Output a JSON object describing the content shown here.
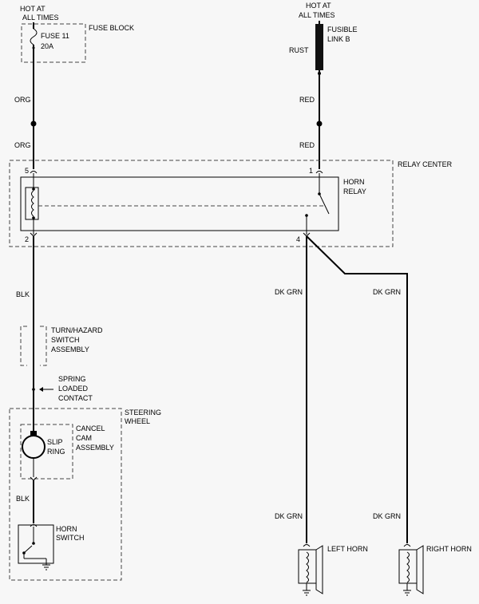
{
  "feeds": {
    "left_hot": [
      "HOT AT",
      "ALL TIMES"
    ],
    "right_hot": [
      "HOT AT",
      "ALL TIMES"
    ]
  },
  "fuse_block": {
    "label": "FUSE BLOCK",
    "fuse_name": "FUSE 11",
    "fuse_rating": "20A"
  },
  "fusible_link": {
    "label": [
      "FUSIBLE",
      "LINK B"
    ],
    "wire_color": "RUST"
  },
  "wires": {
    "org_top": "ORG",
    "org_bottom": "ORG",
    "red_top": "RED",
    "red_bottom": "RED",
    "blk_upper": "BLK",
    "blk_lower": "BLK",
    "dkgrn_left_upper": "DK GRN",
    "dkgrn_right_upper": "DK GRN",
    "dkgrn_left_lower": "DK GRN",
    "dkgrn_right_lower": "DK GRN"
  },
  "relay_center": {
    "label": "RELAY CENTER",
    "relay_label": [
      "HORN",
      "RELAY"
    ],
    "pins": {
      "p5": "5",
      "p1": "1",
      "p2": "2",
      "p4": "4"
    }
  },
  "turn_hazard": {
    "label": [
      "TURN/HAZARD",
      "SWITCH",
      "ASSEMBLY"
    ]
  },
  "spring_contact": {
    "label": [
      "SPRING",
      "LOADED",
      "CONTACT"
    ]
  },
  "steering_wheel": {
    "label": [
      "STEERING",
      "WHEEL"
    ],
    "slip_ring": [
      "SLIP",
      "RING"
    ],
    "cancel_cam": [
      "CANCEL",
      "CAM",
      "ASSEMBLY"
    ],
    "horn_switch": [
      "HORN",
      "SWITCH"
    ]
  },
  "horns": {
    "left": "LEFT HORN",
    "right": "RIGHT HORN"
  }
}
